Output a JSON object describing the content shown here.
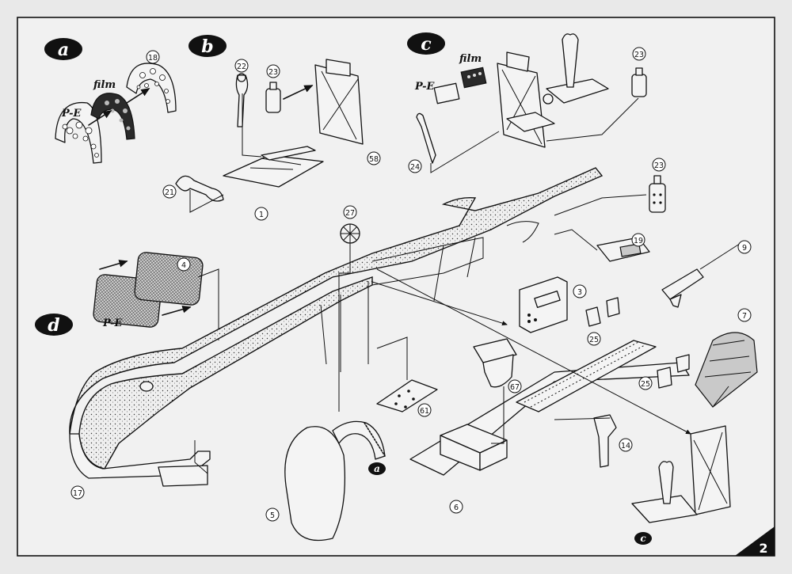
{
  "sections": {
    "a": "a",
    "b": "b",
    "c": "c",
    "d": "d"
  },
  "words": {
    "pe_a": "P-E",
    "film_a": "film",
    "film_c": "film",
    "pe_c": "P-E",
    "pe_d": "P-E"
  },
  "callouts": {
    "n1": "1",
    "n3": "3",
    "n4": "4",
    "n5": "5",
    "n6": "6",
    "n7": "7",
    "n9": "9",
    "n14": "14",
    "n17": "17",
    "n18": "18",
    "n19": "19",
    "n21": "21",
    "n22": "22",
    "n23a": "23",
    "n23b": "23",
    "n23c": "23",
    "n24": "24",
    "n25a": "25",
    "n25b": "25",
    "n27": "27",
    "n58": "58",
    "n61": "61",
    "n67": "67"
  },
  "refs": {
    "ref_a": "a",
    "ref_c": "c"
  },
  "page_number": "2"
}
